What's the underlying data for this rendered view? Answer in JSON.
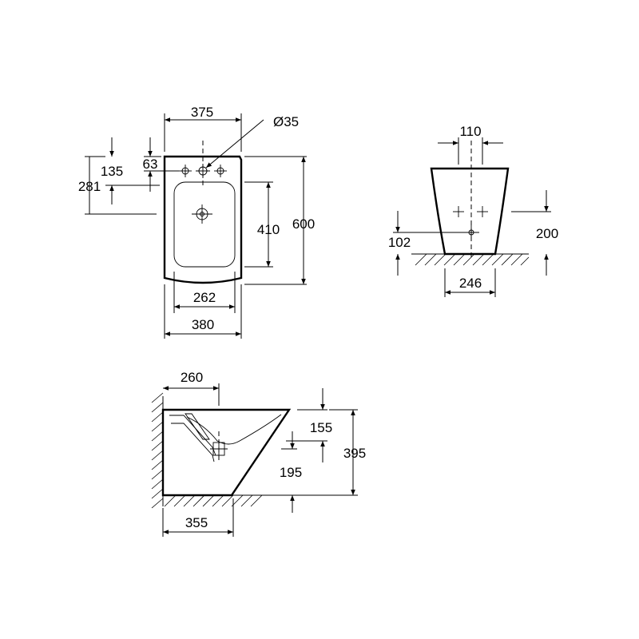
{
  "top_view": {
    "dims": {
      "d375": "375",
      "d35": "Ø35",
      "d135": "135",
      "d63": "63",
      "d281": "281",
      "d410": "410",
      "d600": "600",
      "d262": "262",
      "d380": "380"
    }
  },
  "front_view": {
    "dims": {
      "d110": "110",
      "d102": "102",
      "d200": "200",
      "d246": "246"
    }
  },
  "side_view": {
    "dims": {
      "d260": "260",
      "d155": "155",
      "d395": "395",
      "d195": "195",
      "d355": "355"
    }
  }
}
